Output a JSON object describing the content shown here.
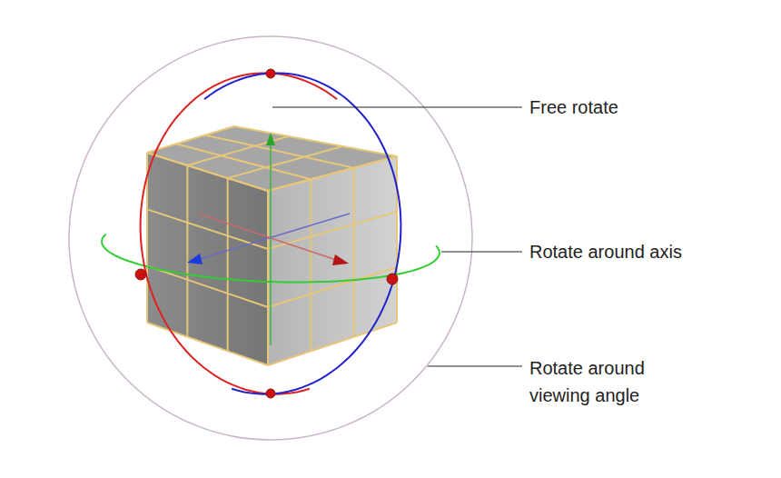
{
  "diagram": {
    "labels": [
      "Free rotate",
      "Rotate around axis",
      "Rotate around viewing angle"
    ]
  }
}
